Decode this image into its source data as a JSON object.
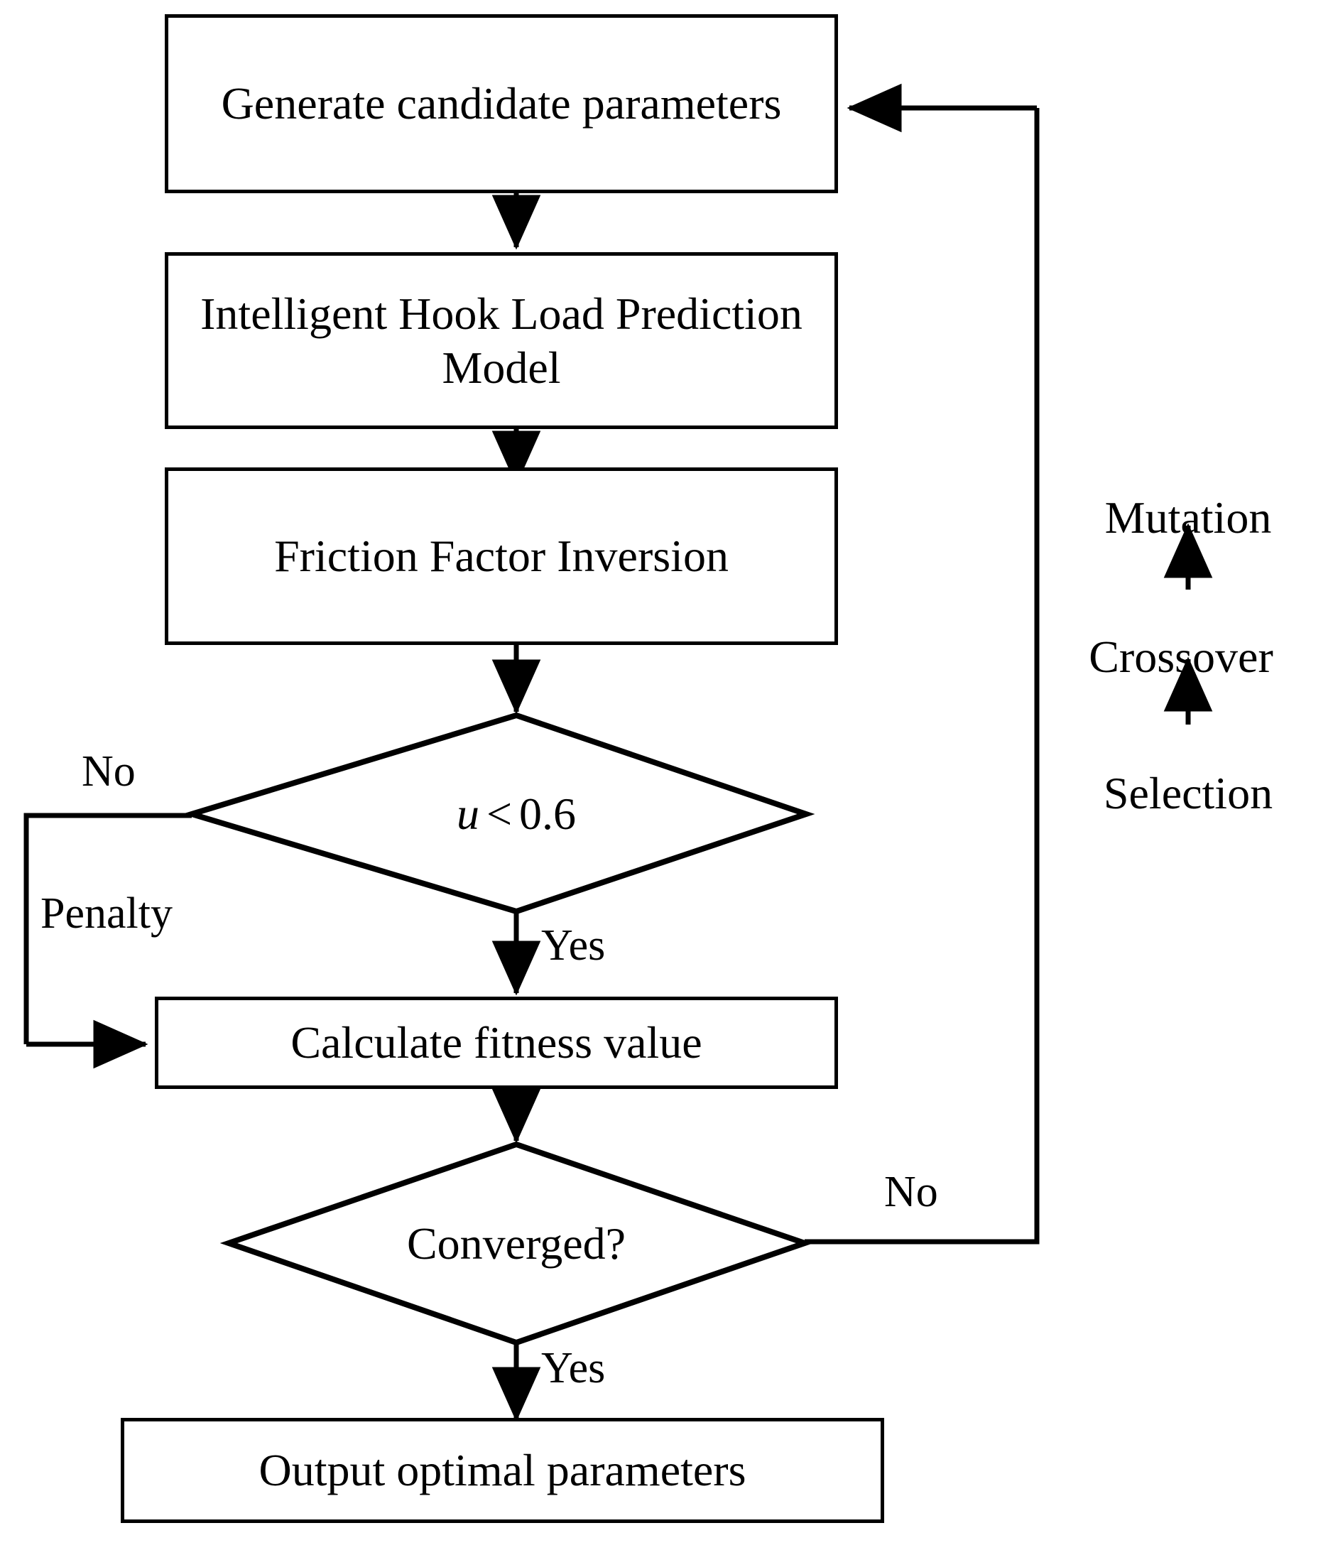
{
  "diagram": {
    "title": "Genetic algorithm friction factor inversion flowchart",
    "type": "flowchart",
    "stroke_color": "#000000",
    "background_color": "#ffffff",
    "nodes": [
      {
        "id": "generate",
        "shape": "process",
        "label": "Generate candidate parameters"
      },
      {
        "id": "model",
        "shape": "process",
        "label": "Intelligent Hook Load Prediction Model"
      },
      {
        "id": "inversion",
        "shape": "process",
        "label": "Friction Factor Inversion"
      },
      {
        "id": "check_u",
        "shape": "decision",
        "label_var": "u",
        "label_op": "<",
        "label_val": "0.6"
      },
      {
        "id": "fitness",
        "shape": "process",
        "label": "Calculate fitness value"
      },
      {
        "id": "converged",
        "shape": "decision",
        "label": "Converged?"
      },
      {
        "id": "output",
        "shape": "process",
        "label": "Output optimal parameters"
      }
    ],
    "edge_labels": {
      "check_u_no": "No",
      "check_u_penalty": "Penalty",
      "check_u_yes": "Yes",
      "converged_no": "No",
      "converged_yes": "Yes"
    },
    "ga_operators": [
      {
        "label": "Mutation"
      },
      {
        "label": "Crossover"
      },
      {
        "label": "Selection"
      }
    ]
  }
}
